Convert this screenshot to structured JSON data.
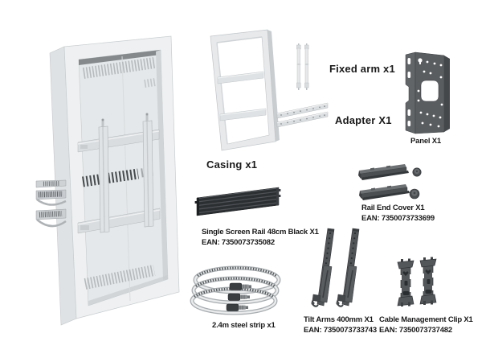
{
  "parts": {
    "casing": {
      "label": "Casing x1"
    },
    "fixed_arm": {
      "label": "Fixed arm x1"
    },
    "adapter": {
      "label": "Adapter X1"
    },
    "panel": {
      "label": "Panel X1"
    },
    "rail_end_cover": {
      "label": "Rail End Cover X1",
      "ean": "EAN: 7350073733699"
    },
    "single_screen_rail": {
      "label": "Single Screen Rail 48cm Black X1",
      "ean": "EAN: 7350073735082"
    },
    "steel_strip": {
      "label": "2.4m steel strip x1"
    },
    "tilt_arms": {
      "label": "Tilt Arms 400mm X1",
      "ean": "EAN: 7350073733743"
    },
    "cable_clip": {
      "label": "Cable Management Clip X1",
      "ean": "EAN: 7350073737482"
    }
  },
  "colors": {
    "background": "#ffffff",
    "light_metal": "#e8eaec",
    "dark_metal": "#54575a",
    "black_rail": "#2c2f32",
    "text": "#1a1a1a"
  }
}
